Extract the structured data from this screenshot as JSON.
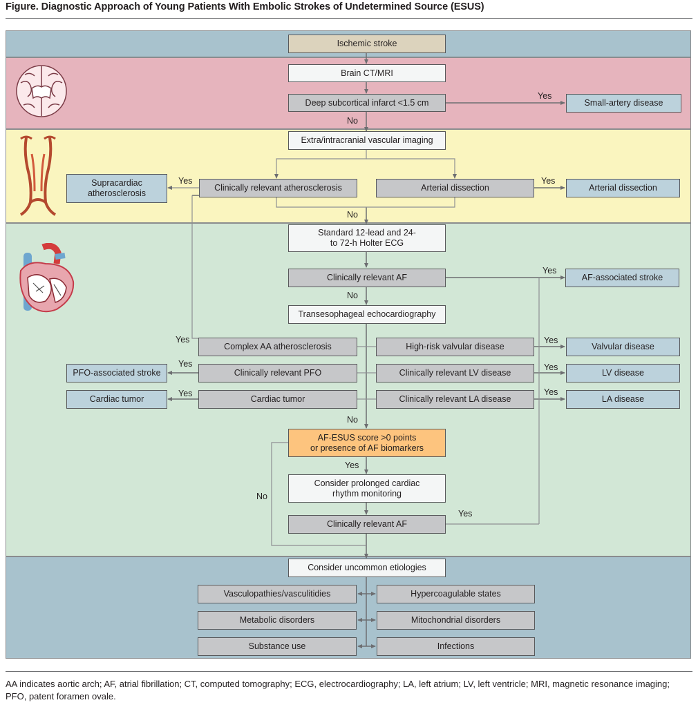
{
  "title": "Figure. Diagnostic Approach of Young Patients With Embolic Strokes of Undetermined Source (ESUS)",
  "boxes": {
    "ischemic_stroke": "Ischemic stroke",
    "brain_ct_mri": "Brain CT/MRI",
    "deep_subcortical": "Deep subcortical infarct <1.5 cm",
    "small_artery": "Small-artery disease",
    "vascular_imaging": "Extra/intracranial vascular imaging",
    "supracardiac": "Supracardiac atherosclerosis",
    "clin_atherosclerosis": "Clinically relevant atherosclerosis",
    "arterial_dissection_q": "Arterial dissection",
    "arterial_dissection_r": "Arterial dissection",
    "ecg": "Standard 12-lead and 24- to 72-h Holter ECG",
    "clin_af_1": "Clinically relevant AF",
    "af_stroke": "AF-associated stroke",
    "tee": "Transesophageal echocardiography",
    "complex_aa": "Complex AA atherosclerosis",
    "high_risk_valvular": "High-risk valvular disease",
    "valvular_disease": "Valvular disease",
    "pfo_stroke": "PFO-associated stroke",
    "clin_pfo": "Clinically relevant PFO",
    "clin_lv": "Clinically relevant LV disease",
    "lv_disease": "LV disease",
    "cardiac_tumor_r": "Cardiac tumor",
    "cardiac_tumor_q": "Cardiac tumor",
    "clin_la": "Clinically relevant LA disease",
    "la_disease": "LA disease",
    "af_esus_1": "AF-ESUS score >0 points",
    "af_esus_2": "or presence of AF biomarkers",
    "prolonged_1": "Consider prolonged cardiac",
    "prolonged_2": "rhythm monitoring",
    "clin_af_2": "Clinically relevant AF",
    "uncommon": "Consider uncommon etiologies",
    "vasculopathies": "Vasculopathies/vasculitidies",
    "hypercoagulable": "Hypercoagulable states",
    "metabolic": "Metabolic disorders",
    "mitochondrial": "Mitochondrial disorders",
    "substance": "Substance use",
    "infections": "Infections"
  },
  "labels": {
    "yes": "Yes",
    "no": "No"
  },
  "footer": "AA indicates aortic arch; AF, atrial fibrillation; CT, computed tomography; ECG, electrocardiography; LA, left atrium; LV, left ventricle; MRI, magnetic resonance imaging; PFO, patent foramen ovale.",
  "colors": {
    "band_blue": "#a8c2cd",
    "band_pink": "#e6b4bd",
    "band_yellow": "#faf5bf",
    "band_green": "#d2e7d6",
    "box_gray": "#c6c7c9",
    "box_blue": "#bcd2dc",
    "box_orange": "#fdc47e",
    "box_tan": "#dcd3bd"
  }
}
